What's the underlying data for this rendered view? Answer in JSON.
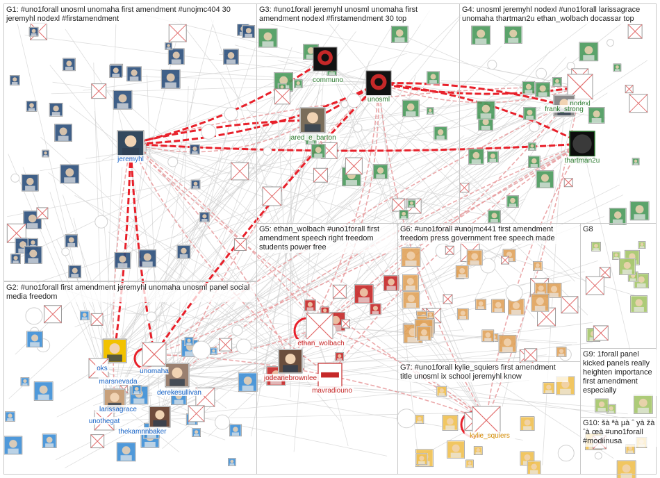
{
  "groups": [
    {
      "id": "G1",
      "label": "G1: #uno1forall unosml unomaha first amendment #unojmc404 30 jeremyhl nodexl #firstamendment"
    },
    {
      "id": "G2",
      "label": "G2: #uno1forall first amendment jeremyhl unomaha unosml panel social media freedom"
    },
    {
      "id": "G3",
      "label": "G3: #uno1forall jeremyhl unosml unomaha first amendment nodexl #firstamendment 30 top"
    },
    {
      "id": "G4",
      "label": "G4: unosml jeremyhl nodexl #uno1forall larissagrace unomaha thartman2u ethan_wolbach docassar top"
    },
    {
      "id": "G5",
      "label": "G5: ethan_wolbach #uno1forall first amendment speech right freedom students power free"
    },
    {
      "id": "G6",
      "label": "G6: #uno1forall #unojmc441 first amendment freedom press government free speech made"
    },
    {
      "id": "G7",
      "label": "G7: #uno1forall kylie_squiers first amendment title unosml ix school jeremyhl know"
    },
    {
      "id": "G8",
      "label": "G8"
    },
    {
      "id": "G9",
      "label": "G9: 1forall panel kicked panels really heighten importance first amendment especially"
    },
    {
      "id": "G10",
      "label": "G10: šà ªà µà ˆ yà žà ˆà œà #uno1forall #modiinusa"
    }
  ],
  "hubs": [
    {
      "id": "jeremyhl",
      "label": "jeremyhl"
    },
    {
      "id": "unosml",
      "label": "unosml"
    },
    {
      "id": "communo",
      "label": "communo"
    },
    {
      "id": "jared",
      "label": "jared_e_barton"
    },
    {
      "id": "nodexl",
      "label": "nodexl"
    },
    {
      "id": "frank",
      "label": "frank_strong"
    },
    {
      "id": "thartman",
      "label": "thartman2u"
    },
    {
      "id": "ethan",
      "label": "ethan_wolbach"
    },
    {
      "id": "jodeane",
      "label": "jodeanebrownlee"
    },
    {
      "id": "mavradio",
      "label": "mavradiouno"
    },
    {
      "id": "unomaha",
      "label": "unomaha"
    },
    {
      "id": "marsnevada",
      "label": "marsnevada"
    },
    {
      "id": "dereke",
      "label": "derekesullivan"
    },
    {
      "id": "larissa",
      "label": "larissagrace"
    },
    {
      "id": "unothegate",
      "label": "unothegat"
    },
    {
      "id": "thekamn",
      "label": "thekamnnbaker"
    },
    {
      "id": "kylie",
      "label": "kylie_squiers"
    },
    {
      "id": "oks",
      "label": "oks"
    }
  ],
  "colors": {
    "edge_strong": "#e8202a",
    "edge_faint": "#cfcfcf",
    "edge_mid": "#e89a9c",
    "g1_node": "#2c4f7c",
    "g2_node": "#3d8fd6",
    "g3_node": "#4a9a5b",
    "g5_node": "#c62828",
    "g6_node": "#e0a35a",
    "g7_node": "#f0c050",
    "g8_node": "#a5c66a",
    "broken_x": "#e26b6b",
    "label_blue": "#1763c7",
    "label_green": "#2e7d32",
    "label_red": "#c62828",
    "label_orange": "#d48a00"
  }
}
